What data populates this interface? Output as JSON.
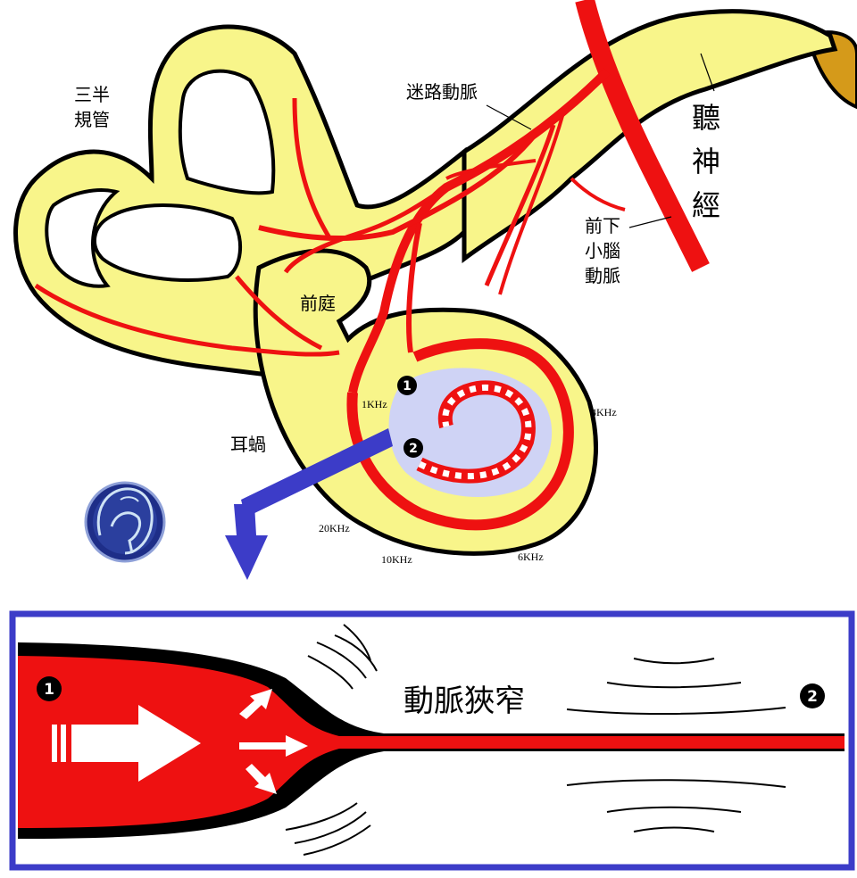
{
  "labels": {
    "semicircular_canals": [
      "三半",
      "規管"
    ],
    "labyrinthine_artery": "迷路動脈",
    "auditory_nerve": [
      "聽",
      "神",
      "經"
    ],
    "aica": [
      "前下",
      "小腦",
      "動脈"
    ],
    "vestibule": "前庭",
    "cochlea": "耳蝸",
    "stenosis": "動脈狹窄"
  },
  "frequencies": {
    "f1": "1KHz",
    "f4": "4KHz",
    "f20": "20KHz",
    "f10": "10KHz",
    "f6": "6KHz"
  },
  "markers": {
    "m1": "1",
    "m2": "2"
  },
  "colors": {
    "tissue": "#f8f58a",
    "artery": "#ee1111",
    "cochlear_duct": "#cfd3f5",
    "frame": "#3c3cc8",
    "arrow": "#3c3cc8",
    "nerve_root": "#d59a1a"
  },
  "icons": {
    "logo": "head-ear-logo-icon",
    "callout_arrow": "callout-arrow-icon"
  }
}
